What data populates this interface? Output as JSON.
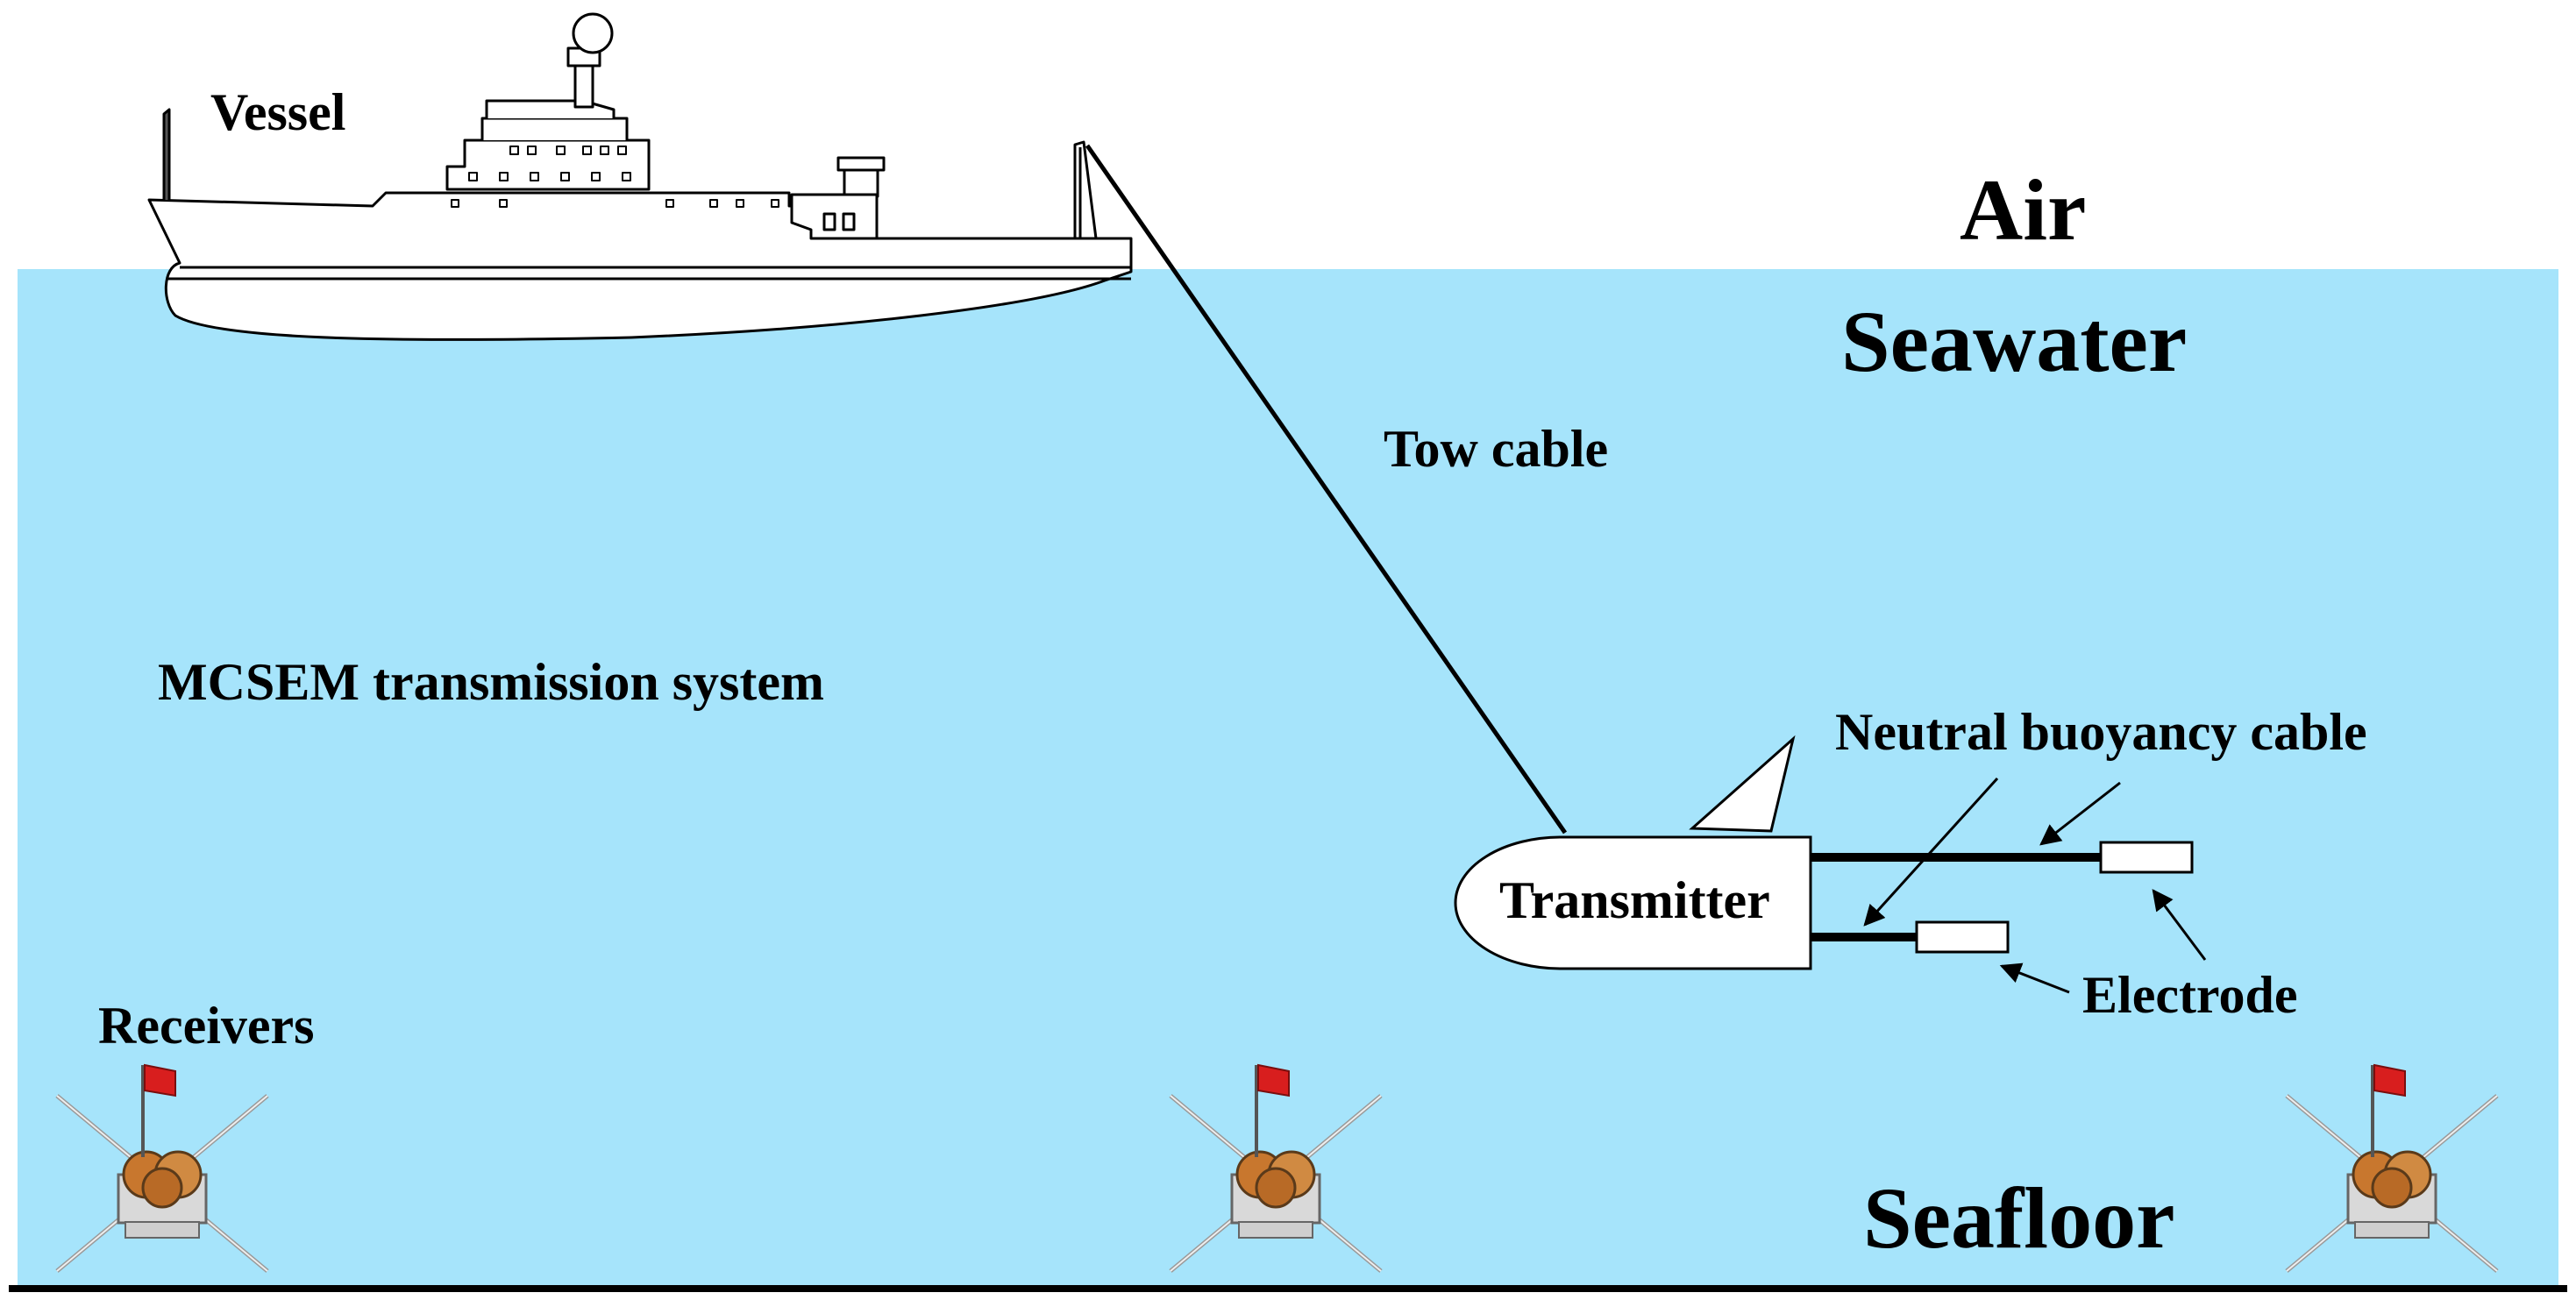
{
  "labels": {
    "vessel": "Vessel",
    "air": "Air",
    "seawater": "Seawater",
    "tow_cable": "Tow cable",
    "system": "MCSEM transmission system",
    "neutral_cable": "Neutral buoyancy cable",
    "transmitter": "Transmitter",
    "electrode": "Electrode",
    "receivers": "Receivers",
    "seafloor": "Seafloor"
  },
  "colors": {
    "seawater": "#a6e4fb",
    "outline": "#000000",
    "vessel_fill": "#ffffff",
    "receiver_flag": "#d81e1e",
    "receiver_body": "#c8772e",
    "receiver_frame": "#d9d9d9"
  }
}
